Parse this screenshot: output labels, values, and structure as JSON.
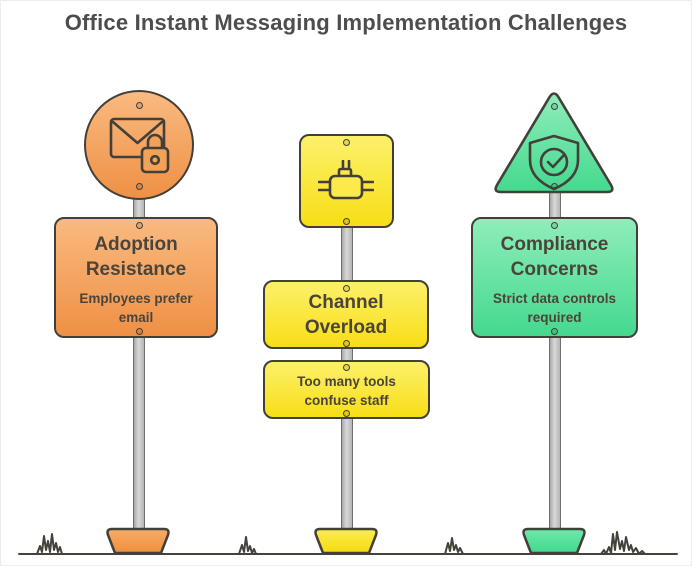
{
  "title": "Office Instant Messaging Implementation Challenges",
  "columns": [
    {
      "id": "adoption-resistance",
      "shape": "circle",
      "icon": "email-lock-icon",
      "heading": "Adoption Resistance",
      "subtext": "Employees prefer email",
      "color": "#F0924A"
    },
    {
      "id": "channel-overload",
      "shape": "square",
      "icon": "network-connector-icon",
      "heading": "Channel Overload",
      "subtext": "Too many tools confuse staff",
      "color": "#F8DE16"
    },
    {
      "id": "compliance-concerns",
      "shape": "triangle",
      "icon": "shield-check-icon",
      "heading": "Compliance Concerns",
      "subtext": "Strict data controls required",
      "color": "#45DB90"
    }
  ],
  "colors": {
    "outline": "#43403A",
    "text": "#4A443A",
    "title_text": "#4D4D4D",
    "pole": "#C7C7C7",
    "orange": "#F0924A",
    "yellow": "#F8DE16",
    "green": "#45DB90"
  }
}
